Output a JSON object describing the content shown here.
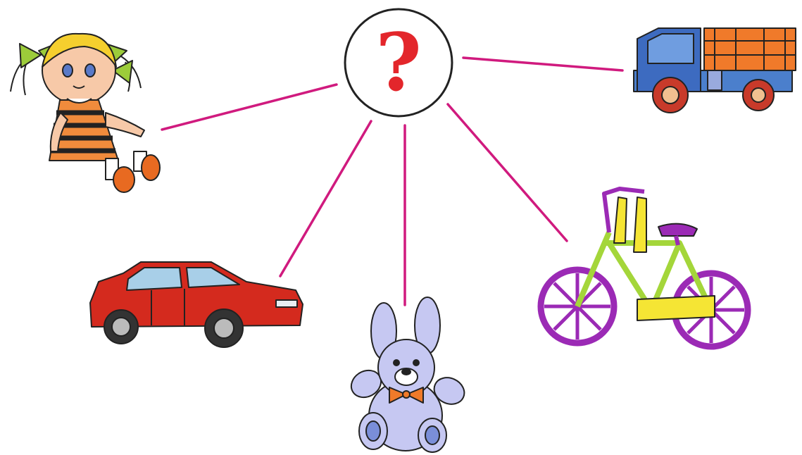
{
  "hub": {
    "symbol": "?",
    "symbol_color": "#e3262b",
    "ring_color": "#222222"
  },
  "connector_color": "#d01a7e",
  "toys": [
    {
      "id": "doll",
      "icon": "doll-icon"
    },
    {
      "id": "truck",
      "icon": "truck-icon"
    },
    {
      "id": "car",
      "icon": "car-icon"
    },
    {
      "id": "bunny",
      "icon": "bunny-icon"
    },
    {
      "id": "bicycle",
      "icon": "bicycle-icon"
    }
  ]
}
